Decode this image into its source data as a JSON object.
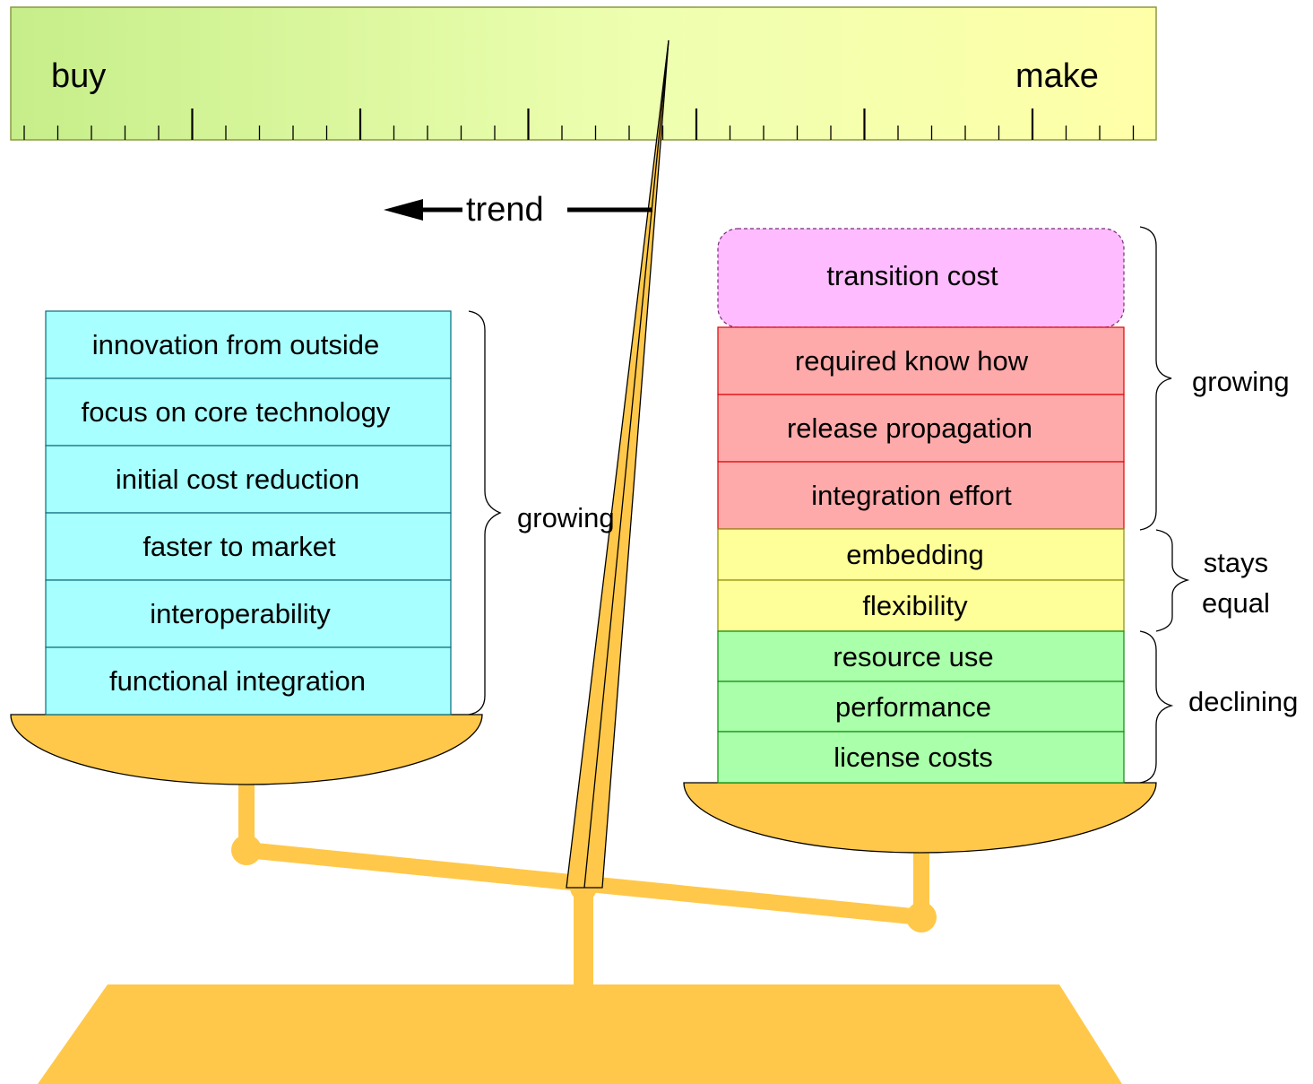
{
  "scale": {
    "left_label": "buy",
    "right_label": "make",
    "gradient": [
      "#c6ee8a",
      "#eeffb0",
      "#ffffa8"
    ]
  },
  "trend": {
    "label": "trend",
    "direction": "toward buy"
  },
  "left_pan": {
    "items": [
      "innovation from outside",
      "focus on core technology",
      "initial cost reduction",
      "faster to market",
      "interoperability",
      "functional integration"
    ],
    "color": "#a8ffff",
    "bracket_label": "growing"
  },
  "right_pan": {
    "transition": {
      "label": "transition cost",
      "color": "#ffbbff"
    },
    "groups": [
      {
        "items": [
          "required know how",
          "release propagation",
          "integration effort"
        ],
        "color": "#ffaaaa",
        "bracket_label": "growing"
      },
      {
        "items": [
          "embedding",
          "flexibility"
        ],
        "color": "#ffff99",
        "bracket_label": "stays\nequal"
      },
      {
        "items": [
          "resource use",
          "performance",
          "license costs"
        ],
        "color": "#aaffaa",
        "bracket_label": "declining"
      }
    ]
  },
  "colors": {
    "balance": "#ffc84a",
    "outline": "#000000"
  }
}
